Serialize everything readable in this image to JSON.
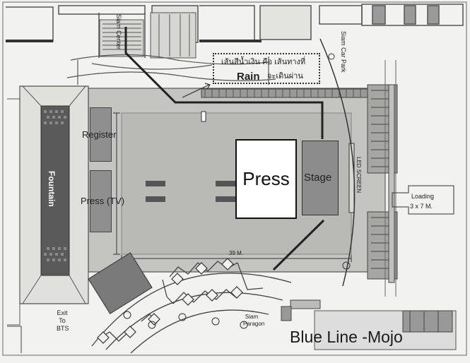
{
  "labels": {
    "siam_center": "Siam Center",
    "siam_car_park": "Siam Car Park",
    "rain_thai": "เส้นสีน้ำเงิน คือ เส้นทางที่",
    "rain_word": "Rain",
    "rain_suffix": "จะเดินผ่าน",
    "register": "Register",
    "fountain": "Fountain",
    "press_tv": "Press (TV)",
    "press": "Press",
    "stage": "Stage",
    "led_screen": "LED SCREEN",
    "loading": "Loading",
    "loading_size": "3 x 7 M.",
    "width_39": "39 M.",
    "exit_bts": "Exit To BTS",
    "siam_paragon": "Siam Paragon",
    "blue_line": "Blue Line -Mojo"
  },
  "colors": {
    "floor": "#c9c9c5",
    "background": "#f2f2f0",
    "walls": "#444444",
    "route": "#222222",
    "press": "#ffffff",
    "stage": "#8c8c8c"
  }
}
